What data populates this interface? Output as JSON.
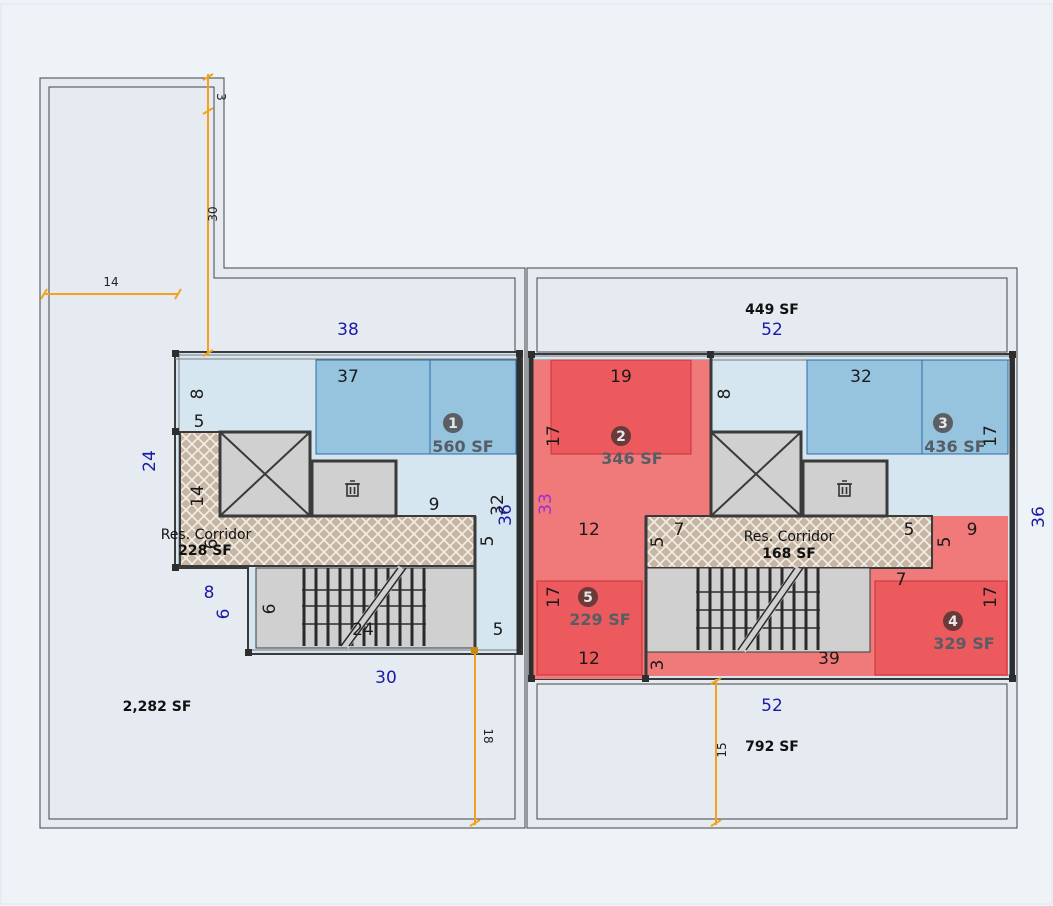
{
  "areas": {
    "left_lot": "2,282 SF",
    "top_right_lot": "449 SF",
    "bottom_right_lot": "792 SF"
  },
  "corridors": [
    {
      "label": "Res. Corridor",
      "area": "228 SF"
    },
    {
      "label": "Res. Corridor",
      "area": "168 SF"
    }
  ],
  "units": [
    {
      "number": "1",
      "area": "560 SF"
    },
    {
      "number": "2",
      "area": "346 SF"
    },
    {
      "number": "3",
      "area": "436 SF"
    },
    {
      "number": "4",
      "area": "329 SF"
    },
    {
      "number": "5",
      "area": "229 SF"
    }
  ],
  "dims_blue": {
    "left_top": "38",
    "left_side": "24",
    "left_side_right": "36",
    "left_bottom": "30",
    "left_b8": "8",
    "left_b6": "6",
    "right_top": "52",
    "right_side": "36",
    "right_bottom": "52"
  },
  "dims_purple": {
    "mid": "33"
  },
  "dims_dark": {
    "a37": "37",
    "a8": "8",
    "a5": "5",
    "a14": "14",
    "a9": "9",
    "a32": "32",
    "a5b": "5",
    "a6": "6",
    "a24": "24",
    "a5c": "5",
    "a6c": "6",
    "b19": "19",
    "b17": "17",
    "b8": "8",
    "b32": "32",
    "b17b": "17",
    "b12": "12",
    "b5": "5",
    "b7": "7",
    "b5b": "5",
    "b9": "9",
    "b5c": "5",
    "b7b": "7",
    "b17c": "17",
    "b17d": "17",
    "b12b": "12",
    "b3": "3",
    "b39": "39"
  },
  "dims_orange": {
    "o3": "3",
    "o30": "30",
    "o14": "14",
    "o18": "18",
    "o15": "15"
  },
  "colors": {
    "lot_fill": "#e6ebf2",
    "building_fill": "#d6e6f0",
    "unit_blue": "#96c3de",
    "unit_red_light": "#f07a7a",
    "unit_red": "#ec5a5e",
    "core_gray": "#d0d0d0",
    "corridor": "#c8b8a6",
    "dim_orange": "#f2a31b",
    "wall": "#3a3a3a"
  },
  "icons": {
    "trash": "trash-icon",
    "elevator": "elevator-x-icon",
    "stairs": "stair-icon"
  }
}
